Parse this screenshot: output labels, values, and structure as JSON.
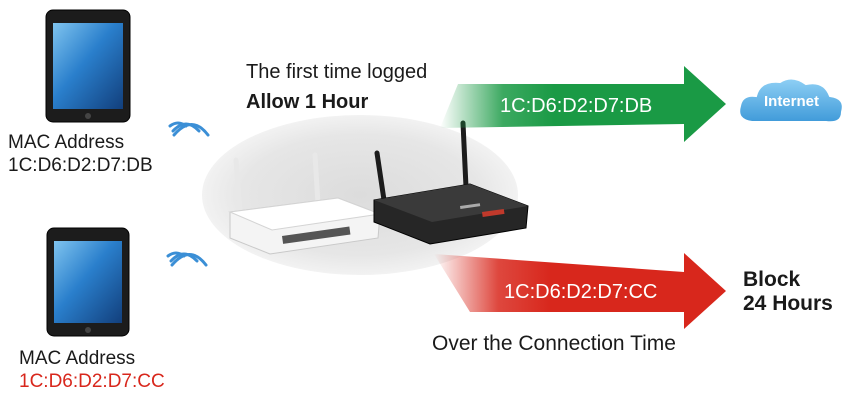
{
  "devices": [
    {
      "title": "MAC Address",
      "mac": "1C:D6:D2:D7:DB",
      "mac_color": "#1a1a1a"
    },
    {
      "title": "MAC Address",
      "mac": "1C:D6:D2:D7:CC",
      "mac_color": "#d8271c"
    }
  ],
  "top_caption": {
    "line1": "The first time logged",
    "line2": "Allow 1 Hour"
  },
  "green_arrow": {
    "label": "1C:D6:D2:D7:DB",
    "color": "#1a9a45"
  },
  "red_arrow": {
    "label": "1C:D6:D2:D7:CC",
    "color": "#d8271c"
  },
  "cloud": {
    "label": "Internet",
    "color": "#5bb2e6"
  },
  "block": {
    "line1": "Block",
    "line2": "24 Hours"
  },
  "bottom_caption": "Over the Connection Time",
  "icons": [
    "tablet-icon",
    "wifi-signal-icon",
    "router-icon",
    "cloud-icon"
  ]
}
